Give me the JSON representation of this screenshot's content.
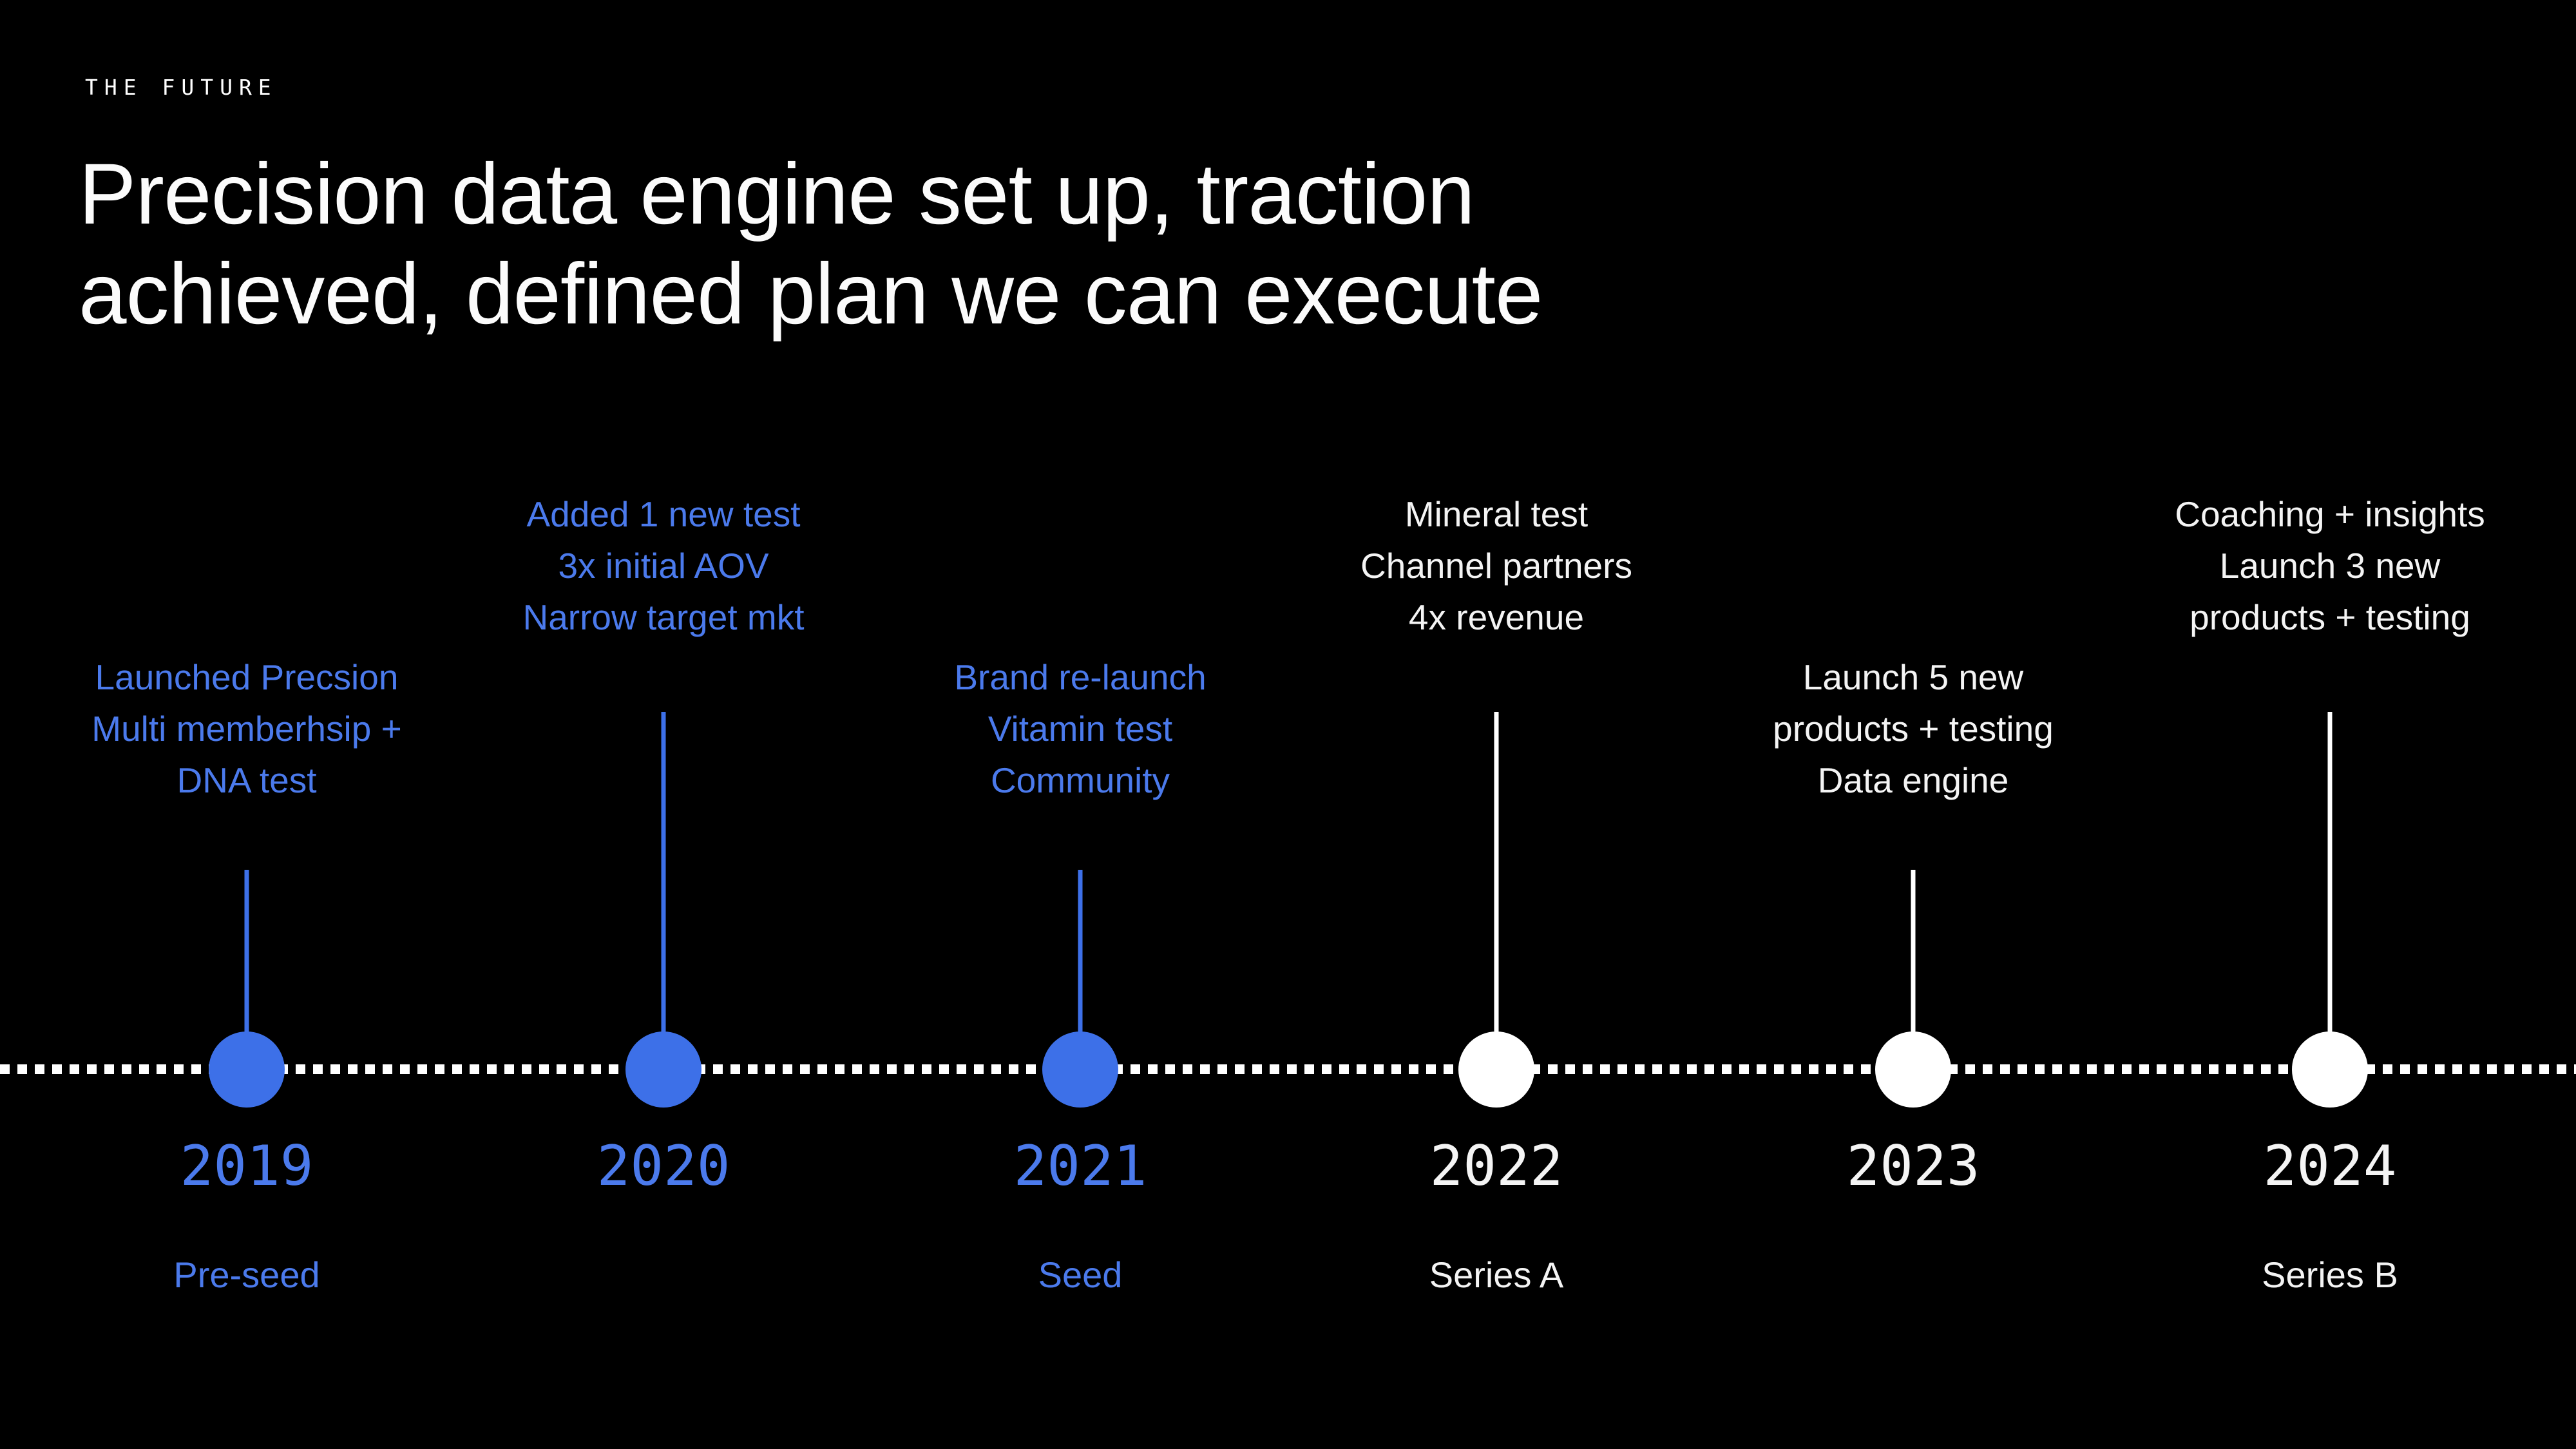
{
  "slide": {
    "eyebrow": "THE FUTURE",
    "title_line1": "Precision data engine set up, traction",
    "title_line2": "achieved, defined plan we can execute"
  },
  "colors": {
    "background": "#000000",
    "accent_blue": "#3d70e8",
    "blue_text": "#4b7aec",
    "white": "#ffffff"
  },
  "timeline": {
    "milestones": [
      {
        "year": "2019",
        "stage": "Pre-seed",
        "highlight": "blue",
        "text_position": "below-title-above-dot",
        "lines": [
          "Launched Precsion",
          "Multi memberhsip +",
          "DNA test"
        ]
      },
      {
        "year": "2020",
        "stage": "",
        "highlight": "blue",
        "text_position": "high-above-dot",
        "lines": [
          "Added 1 new test",
          "3x initial AOV",
          "Narrow target mkt"
        ]
      },
      {
        "year": "2021",
        "stage": "Seed",
        "highlight": "blue",
        "text_position": "below-title-above-dot",
        "lines": [
          "Brand re-launch",
          "Vitamin test",
          "Community"
        ]
      },
      {
        "year": "2022",
        "stage": "Series A",
        "highlight": "white",
        "text_position": "high-above-dot",
        "lines": [
          "Mineral test",
          "Channel partners",
          "4x revenue"
        ]
      },
      {
        "year": "2023",
        "stage": "",
        "highlight": "white",
        "text_position": "below-title-above-dot",
        "lines": [
          "Launch 5 new",
          "products + testing",
          "Data engine"
        ]
      },
      {
        "year": "2024",
        "stage": "Series B",
        "highlight": "white",
        "text_position": "high-above-dot",
        "lines": [
          "Coaching + insights",
          "Launch 3 new",
          "products + testing"
        ]
      }
    ]
  }
}
